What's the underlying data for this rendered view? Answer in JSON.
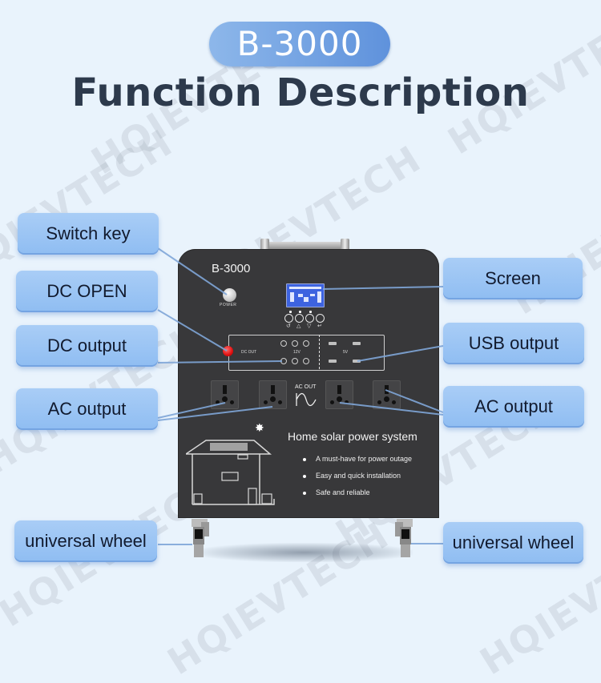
{
  "header": {
    "model_badge": "B-3000",
    "title": "Function Description"
  },
  "watermark": "HQIEVTECH",
  "callouts": {
    "left": [
      {
        "label": "Switch key"
      },
      {
        "label": "DC OPEN"
      },
      {
        "label": "DC output"
      },
      {
        "label": "AC output"
      },
      {
        "label": "universal wheel"
      }
    ],
    "right": [
      {
        "label": "Screen"
      },
      {
        "label": "USB output"
      },
      {
        "label": "AC output"
      },
      {
        "label": "universal wheel"
      }
    ]
  },
  "device": {
    "model": "B-3000",
    "power_label": "POWER",
    "dc_out_label": "DC OUT",
    "dc_voltage_label": "12V",
    "usb_voltage_label": "5V",
    "ac_out_label": "AC OUT",
    "control_symbols": [
      "↺",
      "△",
      "▽",
      "↵"
    ],
    "system_title": "Home solar power system",
    "features": [
      "A must-have for power outage",
      "Easy and quick installation",
      "Safe  and  reliable"
    ]
  },
  "colors": {
    "background": "#e9f3fc",
    "callout_fill": "#9ac4f4",
    "badge_fill": "#6f9fe0",
    "title_text": "#2d3a4c",
    "device_body": "#38383a",
    "leader_line": "#7fa6d8"
  }
}
